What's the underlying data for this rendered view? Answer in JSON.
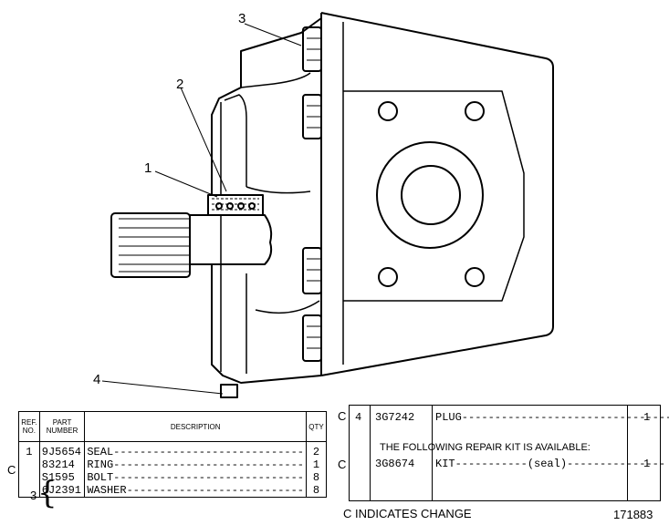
{
  "callouts": {
    "c1": "1",
    "c2": "2",
    "c3": "3",
    "c4": "4"
  },
  "left_table": {
    "headers": {
      "ref": "REF. NO.",
      "part": "PART NUMBER",
      "desc": "DESCRIPTION",
      "qty": "QTY"
    },
    "rows": [
      {
        "ref": "1",
        "part": "9J5654",
        "desc": "SEAL-----------------------------",
        "qty": "2"
      },
      {
        "ref": "",
        "part": "83214",
        "desc": "RING-----------------------------",
        "qty": "1"
      },
      {
        "ref": "",
        "part": "S1595",
        "desc": "BOLT-----------------------------",
        "qty": "8"
      },
      {
        "ref": "",
        "part": "6J2391",
        "desc": "WASHER---------------------------",
        "qty": "8"
      }
    ],
    "ref3": "3",
    "change_mark": "C"
  },
  "right_table": {
    "row1": {
      "change": "C",
      "ref": "4",
      "part": "3G7242",
      "desc": "PLUG------------------------------------",
      "qty": "1"
    },
    "kit_note": "THE FOLLOWING REPAIR KIT IS AVAILABLE:",
    "row2": {
      "change": "C",
      "part": "3G8674",
      "desc": "KIT-----------(seal)---------------",
      "qty": "1"
    }
  },
  "footer": {
    "legend": "C INDICATES CHANGE",
    "drawing_no": "171883"
  }
}
